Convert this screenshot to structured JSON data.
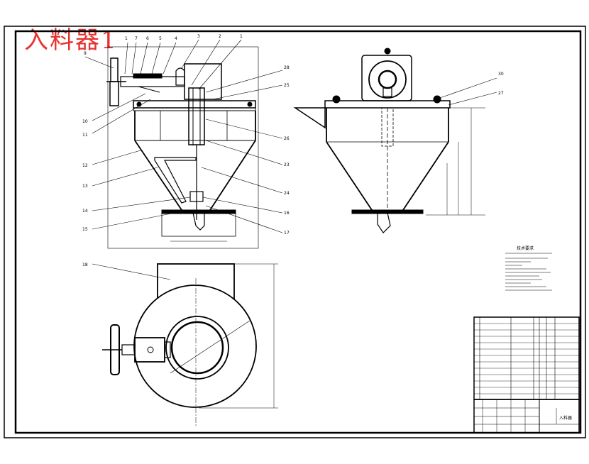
{
  "drawing": {
    "title": "入料器1",
    "title_block_name": "入料器",
    "part_numbers_top": [
      "9",
      "1",
      "7",
      "6",
      "5",
      "4",
      "3",
      "2",
      "1"
    ],
    "part_numbers_left": [
      "10",
      "11",
      "12",
      "13",
      "14",
      "15"
    ],
    "part_numbers_right": [
      "28",
      "25",
      "26",
      "23",
      "24",
      "16",
      "17"
    ],
    "side_view_numbers": [
      "30",
      "27"
    ],
    "plan_view_number": "18",
    "tech_requirements_title": "技术要求",
    "colors": {
      "line": "#000000",
      "title": "#e8322f"
    }
  }
}
